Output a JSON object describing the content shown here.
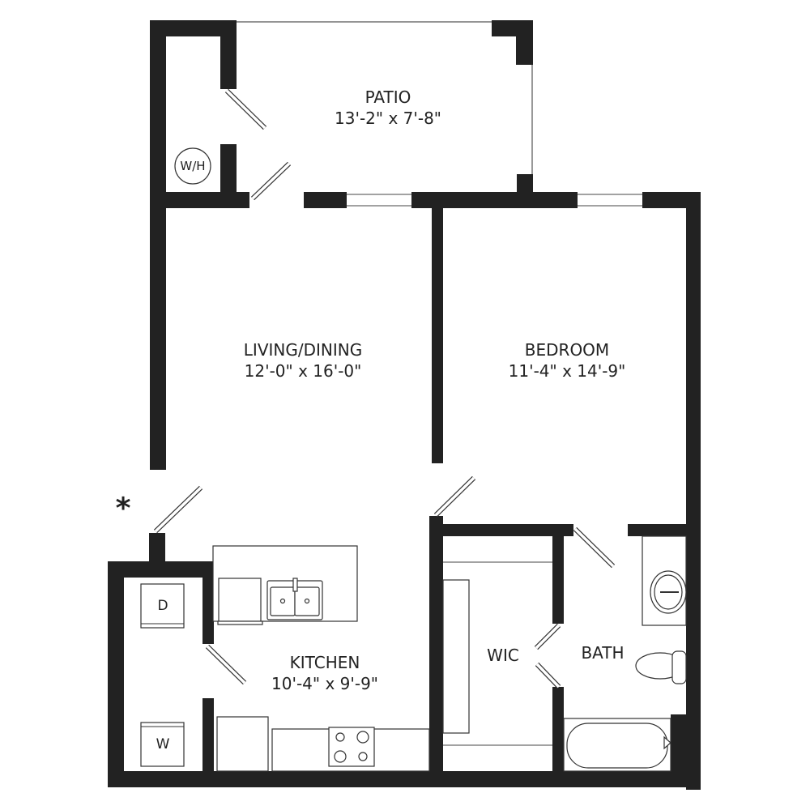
{
  "rooms": [
    {
      "name": "PATIO",
      "size": "13'-2\" x 7'-8\""
    },
    {
      "name": "LIVING/DINING",
      "size": "12'-0\" x 16'-0\""
    },
    {
      "name": "BEDROOM",
      "size": "11'-4\" x 14'-9\""
    },
    {
      "name": "KITCHEN",
      "size": "10'-4\" x 9'-9\""
    },
    {
      "name": "WIC"
    },
    {
      "name": "BATH"
    }
  ],
  "appliances": {
    "water_heater": "W/H",
    "dryer": "D",
    "washer": "W"
  },
  "entry_marker": "*"
}
